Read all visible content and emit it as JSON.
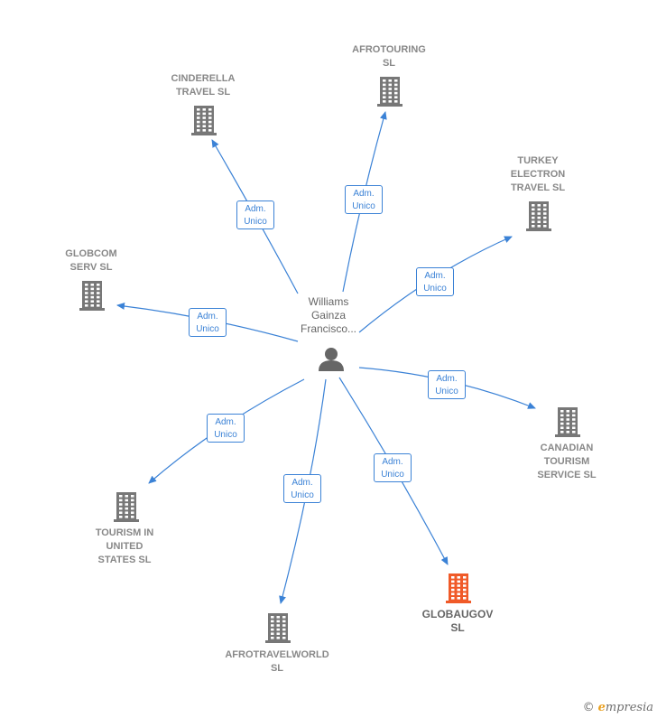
{
  "colors": {
    "edge": "#3b82d6",
    "building": "#777777",
    "highlight": "#f05a28",
    "person": "#666666"
  },
  "center": {
    "label_lines": [
      "Williams",
      "Gainza",
      "Francisco..."
    ],
    "icon": "person-icon"
  },
  "role_label": [
    "Adm.",
    "Unico"
  ],
  "nodes": [
    {
      "id": "cinderella",
      "lines": [
        "CINDERELLA",
        "TRAVEL  SL"
      ],
      "icon": "building-icon",
      "highlight": false
    },
    {
      "id": "afrotouring",
      "lines": [
        "AFROTOURING",
        "SL"
      ],
      "icon": "building-icon",
      "highlight": false
    },
    {
      "id": "turkey",
      "lines": [
        "TURKEY",
        "ELECTRON",
        "TRAVEL  SL"
      ],
      "icon": "building-icon",
      "highlight": false
    },
    {
      "id": "globcom",
      "lines": [
        "GLOBCOM",
        "SERV  SL"
      ],
      "icon": "building-icon",
      "highlight": false
    },
    {
      "id": "canadian",
      "lines": [
        "CANADIAN",
        "TOURISM",
        "SERVICE  SL"
      ],
      "icon": "building-icon",
      "highlight": false
    },
    {
      "id": "tourism-us",
      "lines": [
        "TOURISM IN",
        "UNITED",
        "STATES  SL"
      ],
      "icon": "building-icon",
      "highlight": false
    },
    {
      "id": "afrotravelworld",
      "lines": [
        "AFROTRAVELWORLD",
        "SL"
      ],
      "icon": "building-icon",
      "highlight": false
    },
    {
      "id": "globaugov",
      "lines": [
        "GLOBAUGOV",
        "SL"
      ],
      "icon": "building-icon",
      "highlight": true
    }
  ],
  "brand": {
    "copyright": "©",
    "first": "e",
    "rest": "mpresia"
  }
}
